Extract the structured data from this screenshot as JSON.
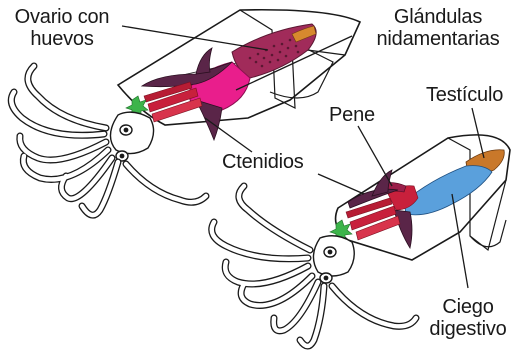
{
  "labels": {
    "ovario_line1": "Ovario con",
    "ovario_line2": "huevos",
    "glandulas_line1": "Glándulas",
    "glandulas_line2": "nidamentarias",
    "testiculo": "Testículo",
    "pene": "Pene",
    "ctenidios": "Ctenidios",
    "ciego_line1": "Ciego",
    "ciego_line2": "digestivo"
  },
  "colors": {
    "ovary": "#c2366e",
    "ovary_dark": "#6b2a3c",
    "nidamental_gland": "#e91e8c",
    "gills": "#5a2548",
    "muscle": "#c8203c",
    "testis": "#c9782a",
    "cecum": "#5aa0dc",
    "penis": "#9a1f4a",
    "green_gland": "#3cb44a",
    "outline": "#1a1a1a"
  }
}
